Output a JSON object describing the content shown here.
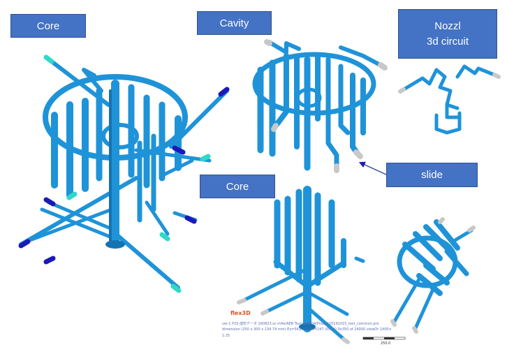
{
  "labels": {
    "core_top": "Core",
    "cavity": "Cavity",
    "nozzle_line1": "Nozzl",
    "nozzle_line2": "3d circuit",
    "core_bottom": "Core",
    "slide": "slide"
  },
  "software_watermark": {
    "logo_text": "flex3D",
    "lines": [
      "ver.1 P2S 成形データ 160823.sc m4e/AEB Toyoda/MD4/Project20191015_test_common.pro",
      "dimension (250 x 300 x 234.74 mm) Ex=561,272 Ev=247 (0mm) 0x350 of 24000 viewOr 1400×",
      "1:25"
    ],
    "scale_label": "250.0"
  },
  "colors": {
    "label_bg": "#4472c4",
    "pipe": "#1f93d8",
    "arrow_in": "#1a1ab8",
    "arrow_out": "#30d8c8",
    "tip": "#c8c8c8"
  }
}
